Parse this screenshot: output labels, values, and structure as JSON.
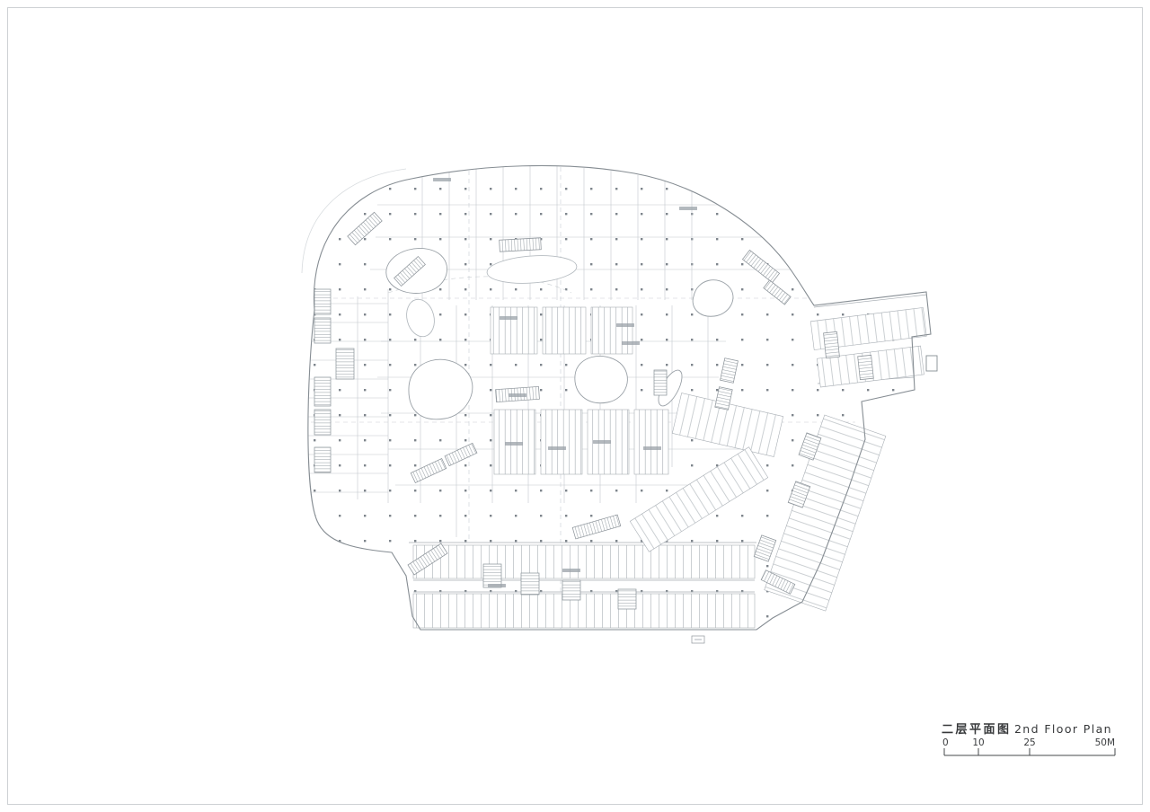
{
  "page": {
    "bg": "#ffffff",
    "border_color": "#cdd1d4"
  },
  "titleblock": {
    "title_zh": "二层平面图",
    "title_en": "2nd Floor Plan"
  },
  "scale_bar": {
    "labels": [
      "0",
      "10",
      "25",
      "50M"
    ]
  },
  "colors": {
    "wall_line": "#868d93",
    "partition_line": "#c3c8cd",
    "hatch_line": "#b6bcc1",
    "text": "#3a3c3e"
  }
}
